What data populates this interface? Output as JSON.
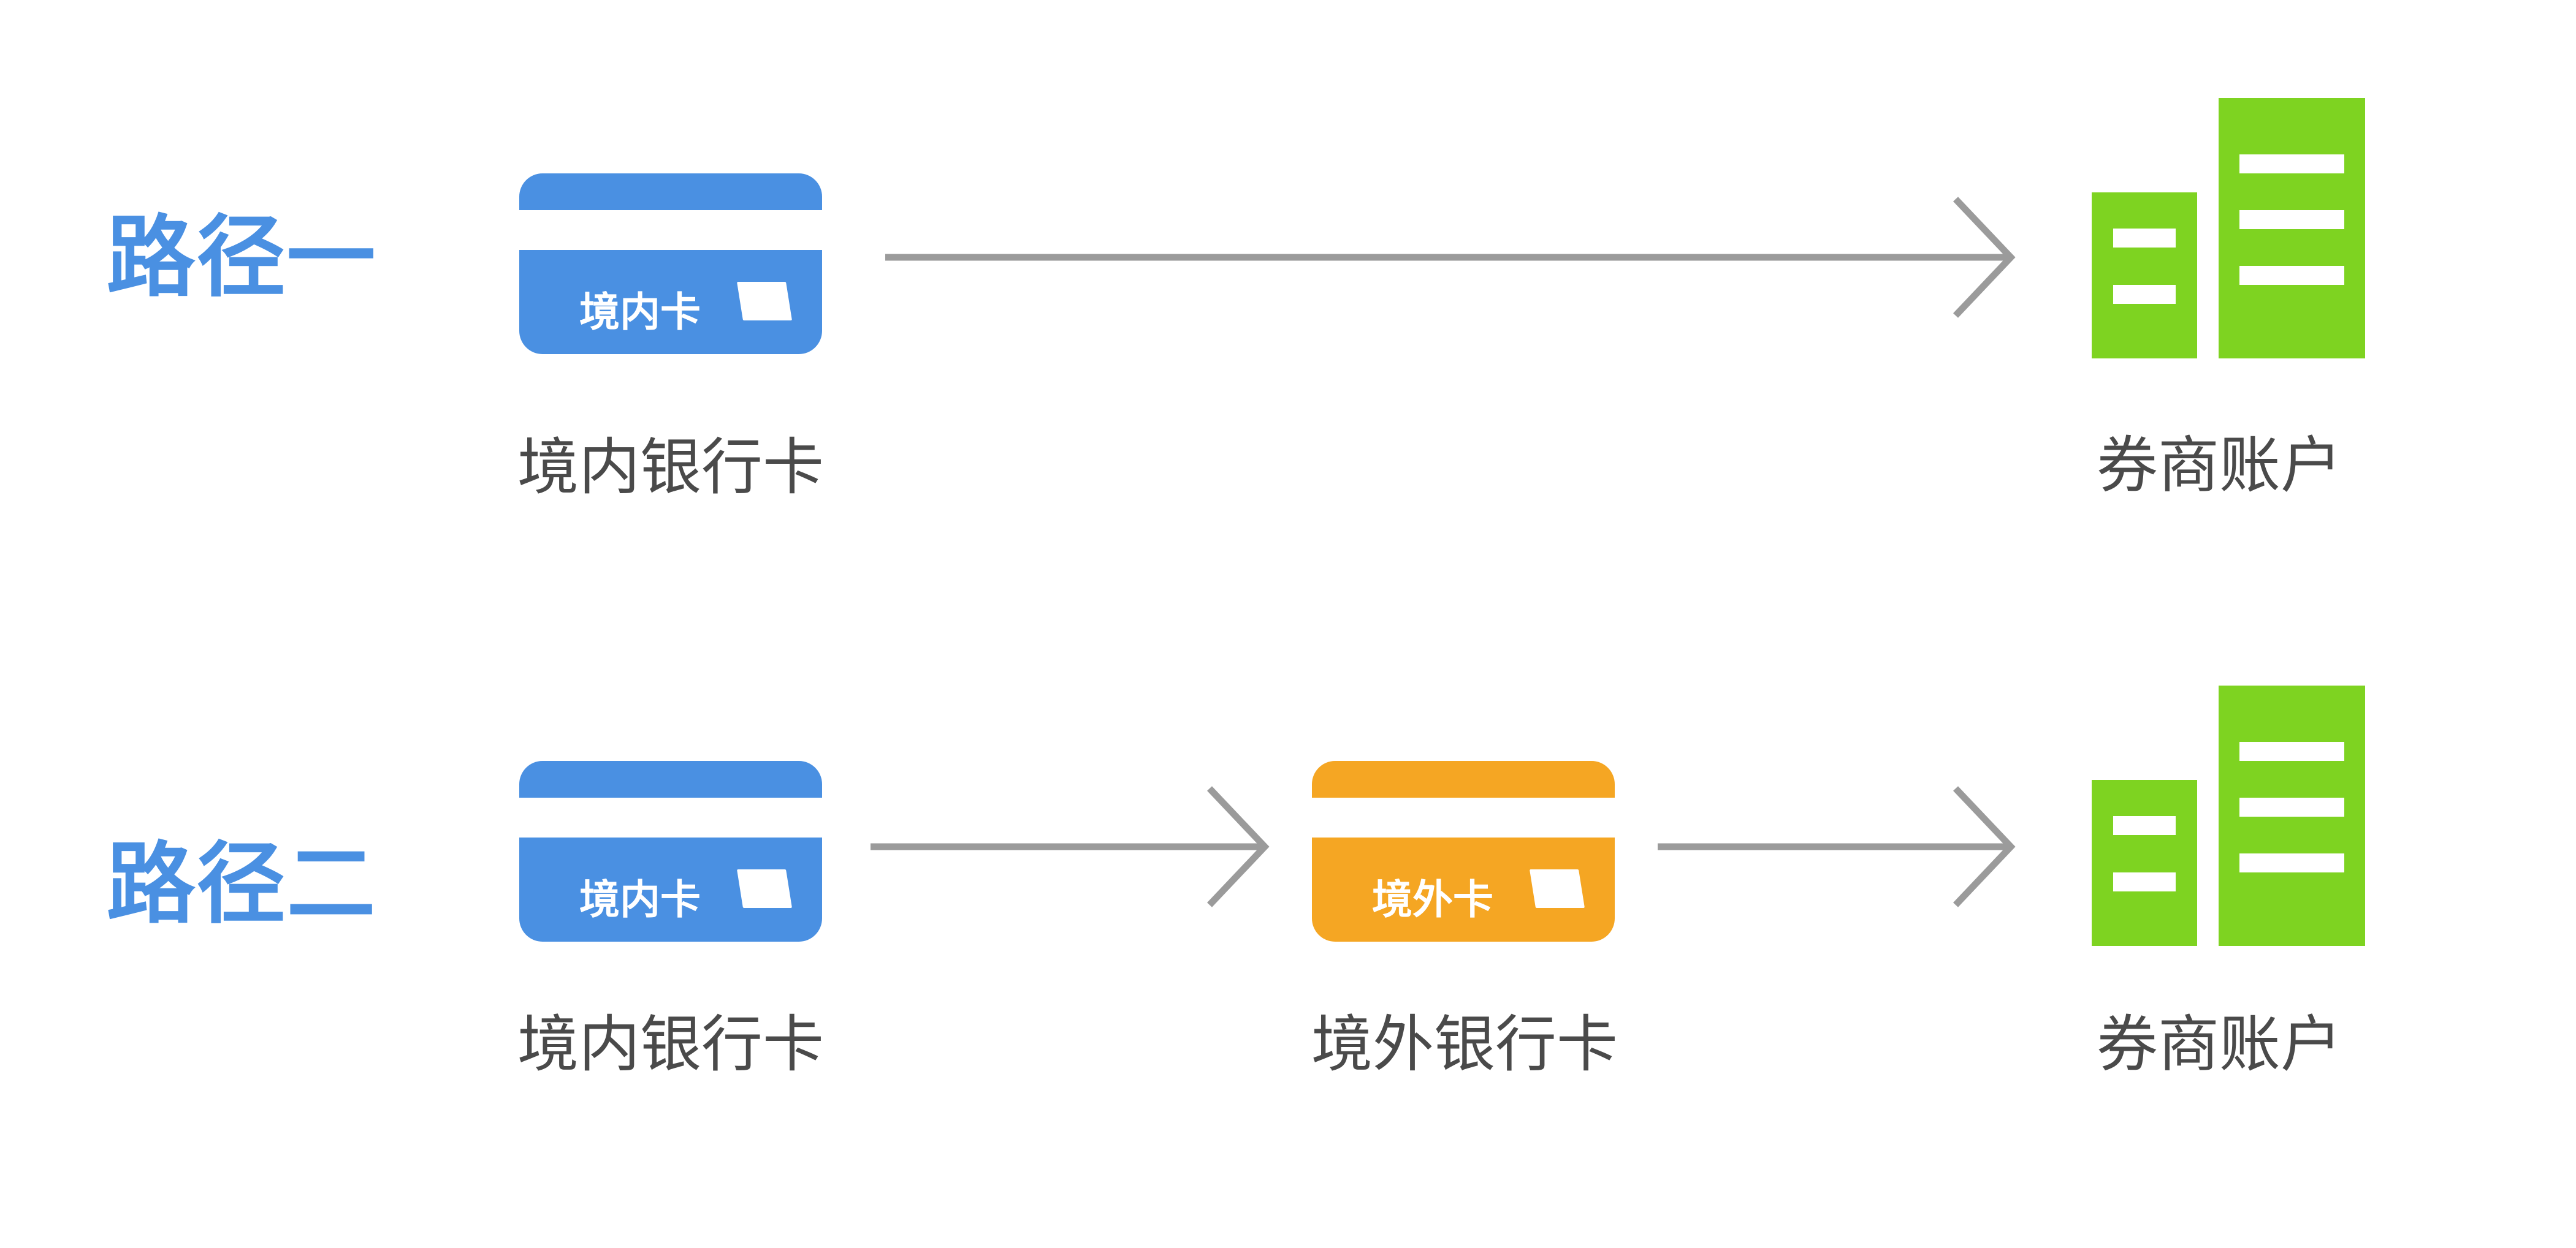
{
  "colors": {
    "blue": "#4A90E2",
    "orange": "#F5A623",
    "green": "#7ED321",
    "arrow": "#9B9B9B",
    "textgray": "#4A4A4A"
  },
  "row1": {
    "path_label": "路径一",
    "domestic_card": {
      "card_label": "境内卡",
      "caption": "境内银行卡"
    },
    "broker": {
      "caption": "券商账户"
    }
  },
  "row2": {
    "path_label": "路径二",
    "domestic_card": {
      "card_label": "境内卡",
      "caption": "境内银行卡"
    },
    "overseas_card": {
      "card_label": "境外卡",
      "caption": "境外银行卡"
    },
    "broker": {
      "caption": "券商账户"
    }
  }
}
